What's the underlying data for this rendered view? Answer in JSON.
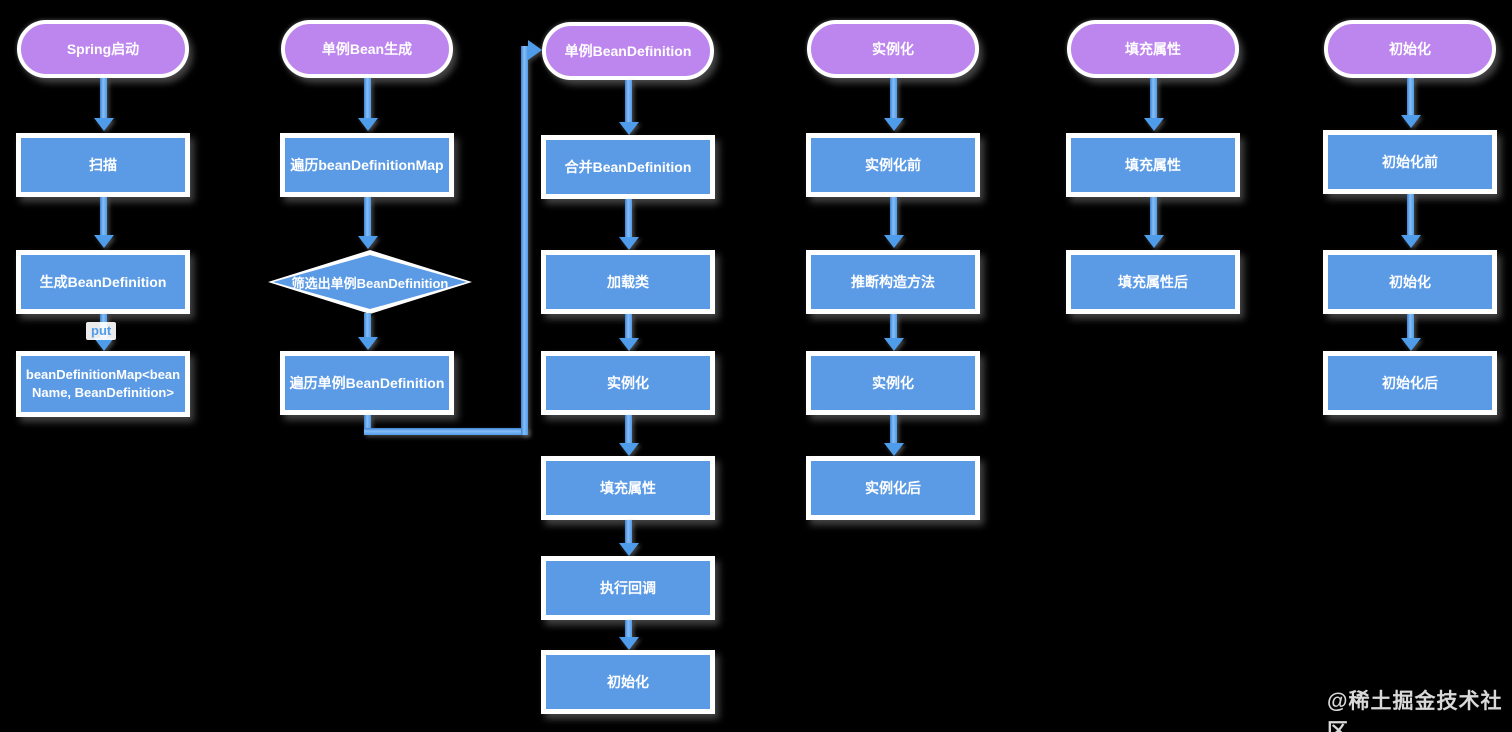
{
  "diagram": {
    "title_domain": "Spring Bean lifecycle flowchart",
    "watermark": "@稀土掘金技术社区",
    "colors": {
      "background": "#000000",
      "pill_fill": "#bd85ee",
      "box_fill": "#5b9be6",
      "arrow": "#4f9ceb",
      "border": "#ffffff",
      "text": "#ffffff"
    },
    "edge_labels": {
      "put": "put"
    },
    "columns": [
      {
        "header": "Spring启动",
        "nodes": [
          {
            "shape": "rect",
            "label": "扫描"
          },
          {
            "shape": "rect",
            "label": "生成BeanDefinition"
          },
          {
            "shape": "rect",
            "label": "beanDefinitionMap<beanName, BeanDefinition>"
          }
        ]
      },
      {
        "header": "单例Bean生成",
        "nodes": [
          {
            "shape": "rect",
            "label": "遍历beanDefinitionMap"
          },
          {
            "shape": "diamond",
            "label": "筛选出单例BeanDefinition"
          },
          {
            "shape": "rect",
            "label": "遍历单例BeanDefinition"
          }
        ]
      },
      {
        "header": "单例BeanDefinition",
        "nodes": [
          {
            "shape": "rect",
            "label": "合并BeanDefinition"
          },
          {
            "shape": "rect",
            "label": "加载类"
          },
          {
            "shape": "rect",
            "label": "实例化"
          },
          {
            "shape": "rect",
            "label": "填充属性"
          },
          {
            "shape": "rect",
            "label": "执行回调"
          },
          {
            "shape": "rect",
            "label": "初始化"
          }
        ]
      },
      {
        "header": "实例化",
        "nodes": [
          {
            "shape": "rect",
            "label": "实例化前"
          },
          {
            "shape": "rect",
            "label": "推断构造方法"
          },
          {
            "shape": "rect",
            "label": "实例化"
          },
          {
            "shape": "rect",
            "label": "实例化后"
          }
        ]
      },
      {
        "header": "填充属性",
        "nodes": [
          {
            "shape": "rect",
            "label": "填充属性"
          },
          {
            "shape": "rect",
            "label": "填充属性后"
          }
        ]
      },
      {
        "header": "初始化",
        "nodes": [
          {
            "shape": "rect",
            "label": "初始化前"
          },
          {
            "shape": "rect",
            "label": "初始化"
          },
          {
            "shape": "rect",
            "label": "初始化后"
          }
        ]
      }
    ]
  }
}
